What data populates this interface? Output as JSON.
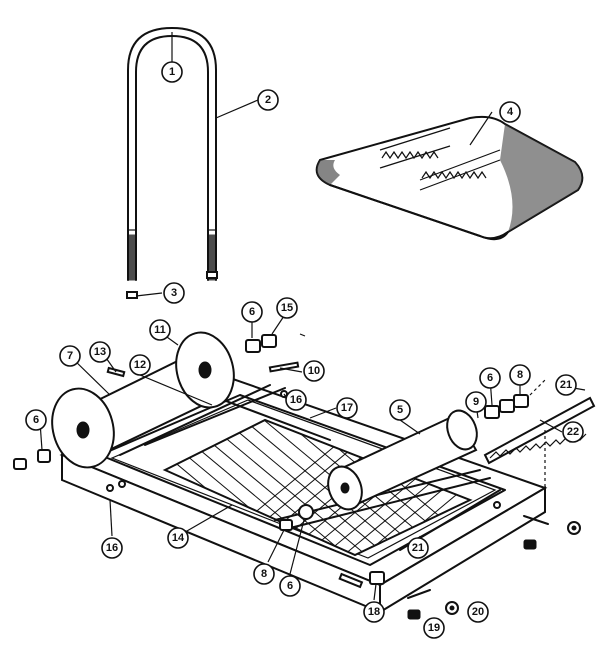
{
  "callouts": [
    {
      "id": "c1",
      "label": "1"
    },
    {
      "id": "c2",
      "label": "2"
    },
    {
      "id": "c3",
      "label": "3"
    },
    {
      "id": "c4",
      "label": "4"
    },
    {
      "id": "c6a",
      "label": "6"
    },
    {
      "id": "c15",
      "label": "15"
    },
    {
      "id": "c11",
      "label": "11"
    },
    {
      "id": "c7",
      "label": "7"
    },
    {
      "id": "c13",
      "label": "13"
    },
    {
      "id": "c12",
      "label": "12"
    },
    {
      "id": "c10",
      "label": "10"
    },
    {
      "id": "c16a",
      "label": "16"
    },
    {
      "id": "c17",
      "label": "17"
    },
    {
      "id": "c5",
      "label": "5"
    },
    {
      "id": "c9",
      "label": "9"
    },
    {
      "id": "c6b",
      "label": "6"
    },
    {
      "id": "c8a",
      "label": "8"
    },
    {
      "id": "c21a",
      "label": "21"
    },
    {
      "id": "c22",
      "label": "22"
    },
    {
      "id": "c6c",
      "label": "6"
    },
    {
      "id": "c16b",
      "label": "16"
    },
    {
      "id": "c14",
      "label": "14"
    },
    {
      "id": "c8b",
      "label": "8"
    },
    {
      "id": "c6d",
      "label": "6"
    },
    {
      "id": "c21b",
      "label": "21"
    },
    {
      "id": "c18",
      "label": "18"
    },
    {
      "id": "c19",
      "label": "19"
    },
    {
      "id": "c20",
      "label": "20"
    }
  ]
}
